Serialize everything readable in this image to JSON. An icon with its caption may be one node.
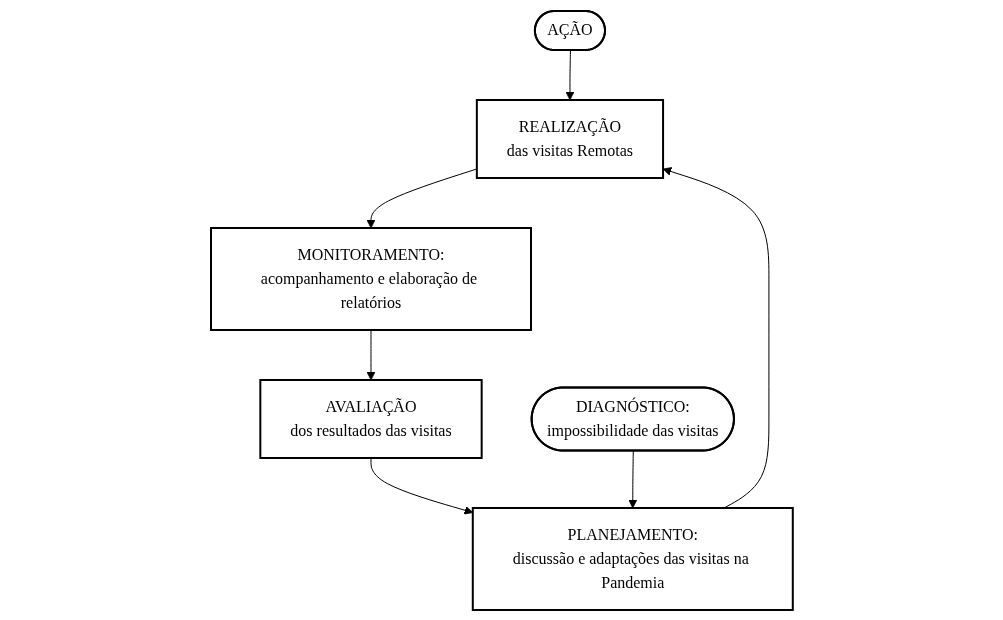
{
  "diagram": {
    "nodes": [
      {
        "text": [
          "AÇÃO"
        ]
      },
      {
        "text": [
          "REALIZAÇÃO",
          "das visitas Remotas"
        ]
      },
      {
        "text": [
          "PLANEJAMENTO:",
          "discussão e adaptações das visitas na Pandemia"
        ]
      },
      {
        "text": [
          "MONITORAMENTO:",
          "acompanhamento e elaboração de relatórios"
        ]
      },
      {
        "text": [
          "DIAGNÓSTICO:",
          "impossibilidade das visitas"
        ]
      },
      {
        "text": [
          "AVALIAÇÃO",
          "dos resultados das visitas"
        ]
      }
    ],
    "edges": [
      {
        "from": 0,
        "to": 1,
        "arrow": "to"
      },
      {
        "from": 1,
        "to": 3,
        "arrow": "to"
      },
      {
        "from": 3,
        "to": 5,
        "arrow": "to"
      },
      {
        "from": 5,
        "to": 2,
        "arrow": "to"
      },
      {
        "from": 2,
        "to": 1,
        "arrow": "to"
      },
      {
        "from": 4,
        "to": 2,
        "arrow": "to"
      }
    ]
  }
}
